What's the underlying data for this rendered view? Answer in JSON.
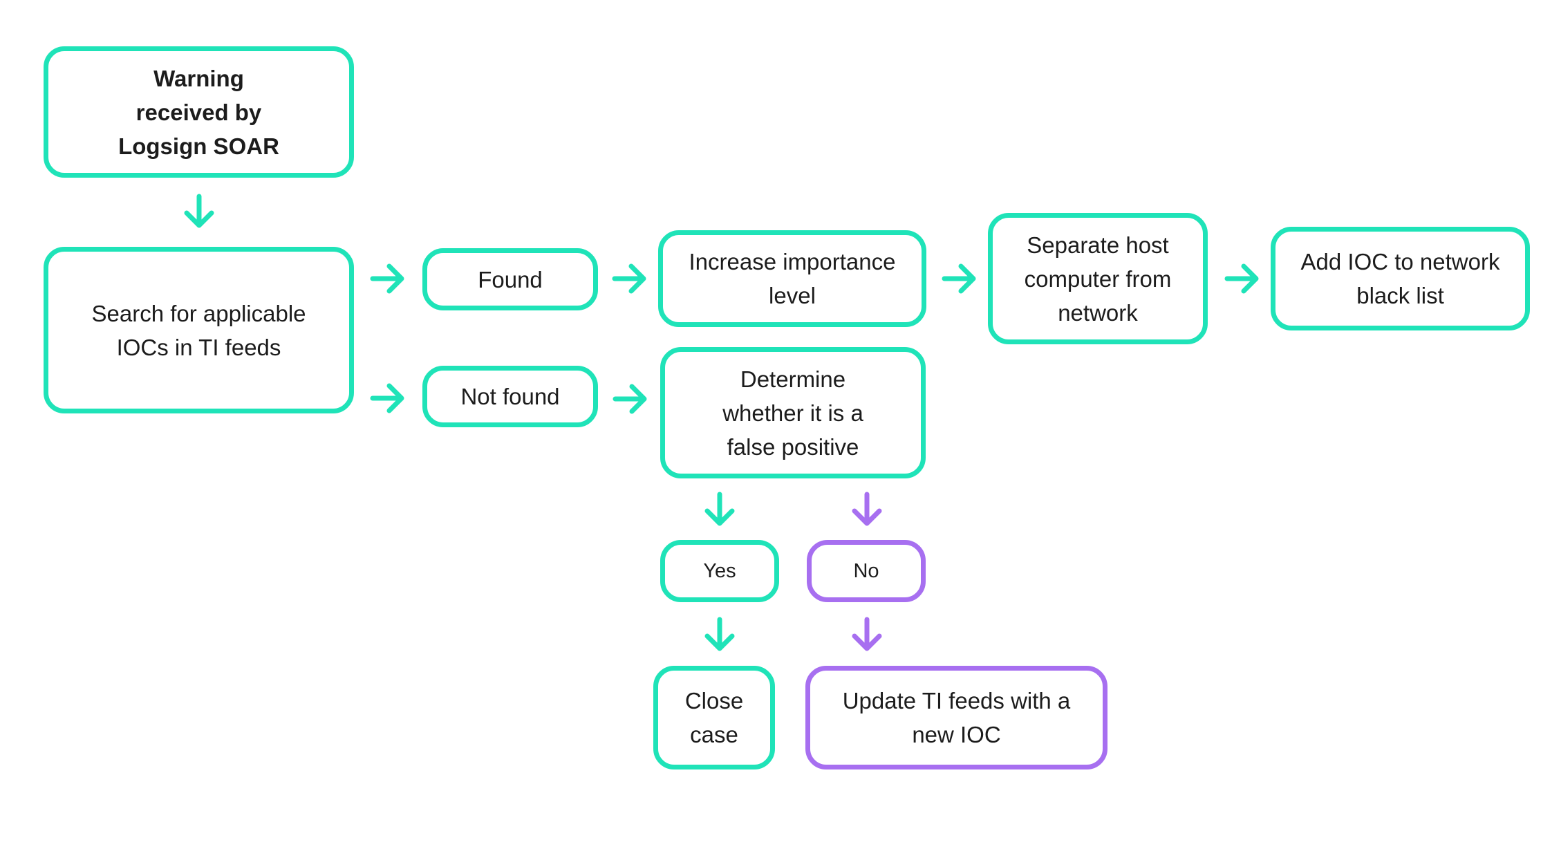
{
  "colors": {
    "teal": "#1fe3b8",
    "purple": "#a76ff0",
    "text": "#1c1c1c"
  },
  "nodes": {
    "warning": "Warning\nreceived by\nLogsign SOAR",
    "search": "Search for applicable\nIOCs in TI feeds",
    "found": "Found",
    "not_found": "Not found",
    "increase": "Increase importance\nlevel",
    "separate": "Separate host\ncomputer from\nnetwork",
    "add_ioc": "Add IOC to network\nblack list",
    "determine": "Determine\nwhether it is a\nfalse positive",
    "yes": "Yes",
    "no": "No",
    "close": "Close\ncase",
    "update": "Update TI feeds with a\nnew IOC"
  }
}
